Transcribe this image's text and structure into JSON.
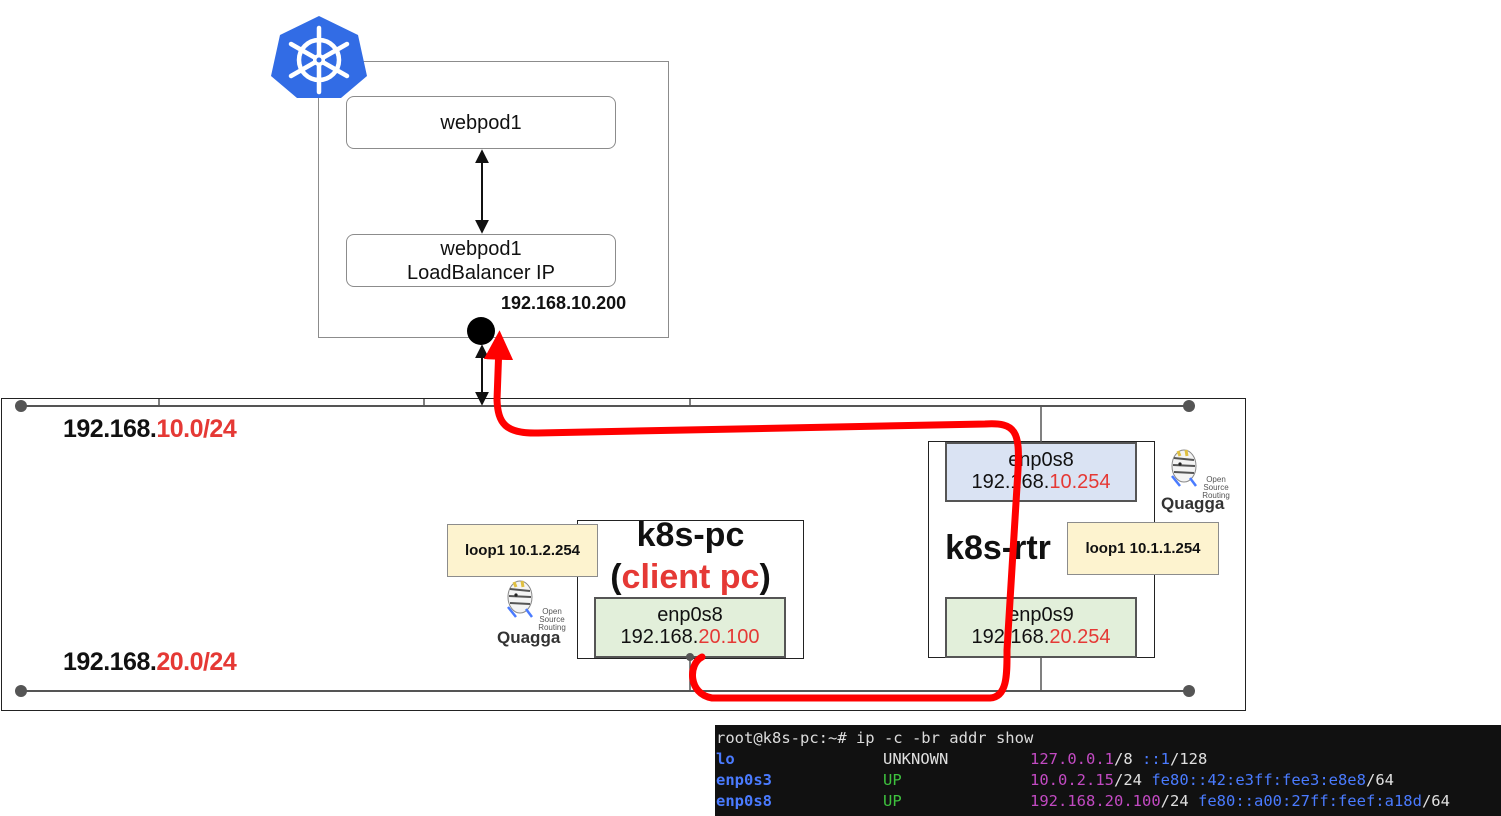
{
  "cluster": {
    "pod_label": "webpod1",
    "lb_label_line1": "webpod1",
    "lb_label_line2": "LoadBalancer IP",
    "lb_ip": "192.168.10.200",
    "logo_icon": "kubernetes-helm-icon",
    "logo_color": "#326ce5"
  },
  "networks": {
    "net10": {
      "prefix": "192.168.",
      "suffix": "10.0/24"
    },
    "net20": {
      "prefix": "192.168.",
      "suffix": "20.0/24"
    }
  },
  "k8s_pc": {
    "title": "k8s-pc",
    "subtitle_open": "(",
    "subtitle_red": "client pc",
    "subtitle_close": ")",
    "loop_label": "loop1 10.1.2.254",
    "iface_name": "enp0s8",
    "iface_ip_prefix": "192.168.",
    "iface_ip_suffix": "20.100",
    "quagga_label": "Quagga",
    "quagga_tag": "Open Source Routing"
  },
  "k8s_rtr": {
    "title": "k8s-rtr",
    "loop_label": "loop1 10.1.1.254",
    "iface_top_name": "enp0s8",
    "iface_top_ip_prefix": "192.168.",
    "iface_top_ip_suffix": "10.254",
    "iface_bottom_name": "enp0s9",
    "iface_bottom_ip_prefix": "192.168.",
    "iface_bottom_ip_suffix": "20.254",
    "quagga_label": "Quagga",
    "quagga_tag": "Open Source Routing"
  },
  "colors": {
    "accent_red": "#e53935",
    "iface_blue_bg": "#dae3f3",
    "iface_green_bg": "#e2efda",
    "loop_bg": "#fdf3cf",
    "path_red": "#ff0000"
  },
  "terminal": {
    "prompt": "root@k8s-pc:~# ip -c -br addr show",
    "rows": [
      {
        "iface": "lo",
        "state": "UNKNOWN",
        "ipv4": "127.0.0.1",
        "ipv4_mask": "/8",
        "ipv6": "::1",
        "ipv6_mask": "/128"
      },
      {
        "iface": "enp0s3",
        "state": "UP",
        "ipv4": "10.0.2.15",
        "ipv4_mask": "/24",
        "ipv6": "fe80::42:e3ff:fee3:e8e8",
        "ipv6_mask": "/64"
      },
      {
        "iface": "enp0s8",
        "state": "UP",
        "ipv4": "192.168.20.100",
        "ipv4_mask": "/24",
        "ipv6": "fe80::a00:27ff:feef:a18d",
        "ipv6_mask": "/64"
      }
    ]
  }
}
